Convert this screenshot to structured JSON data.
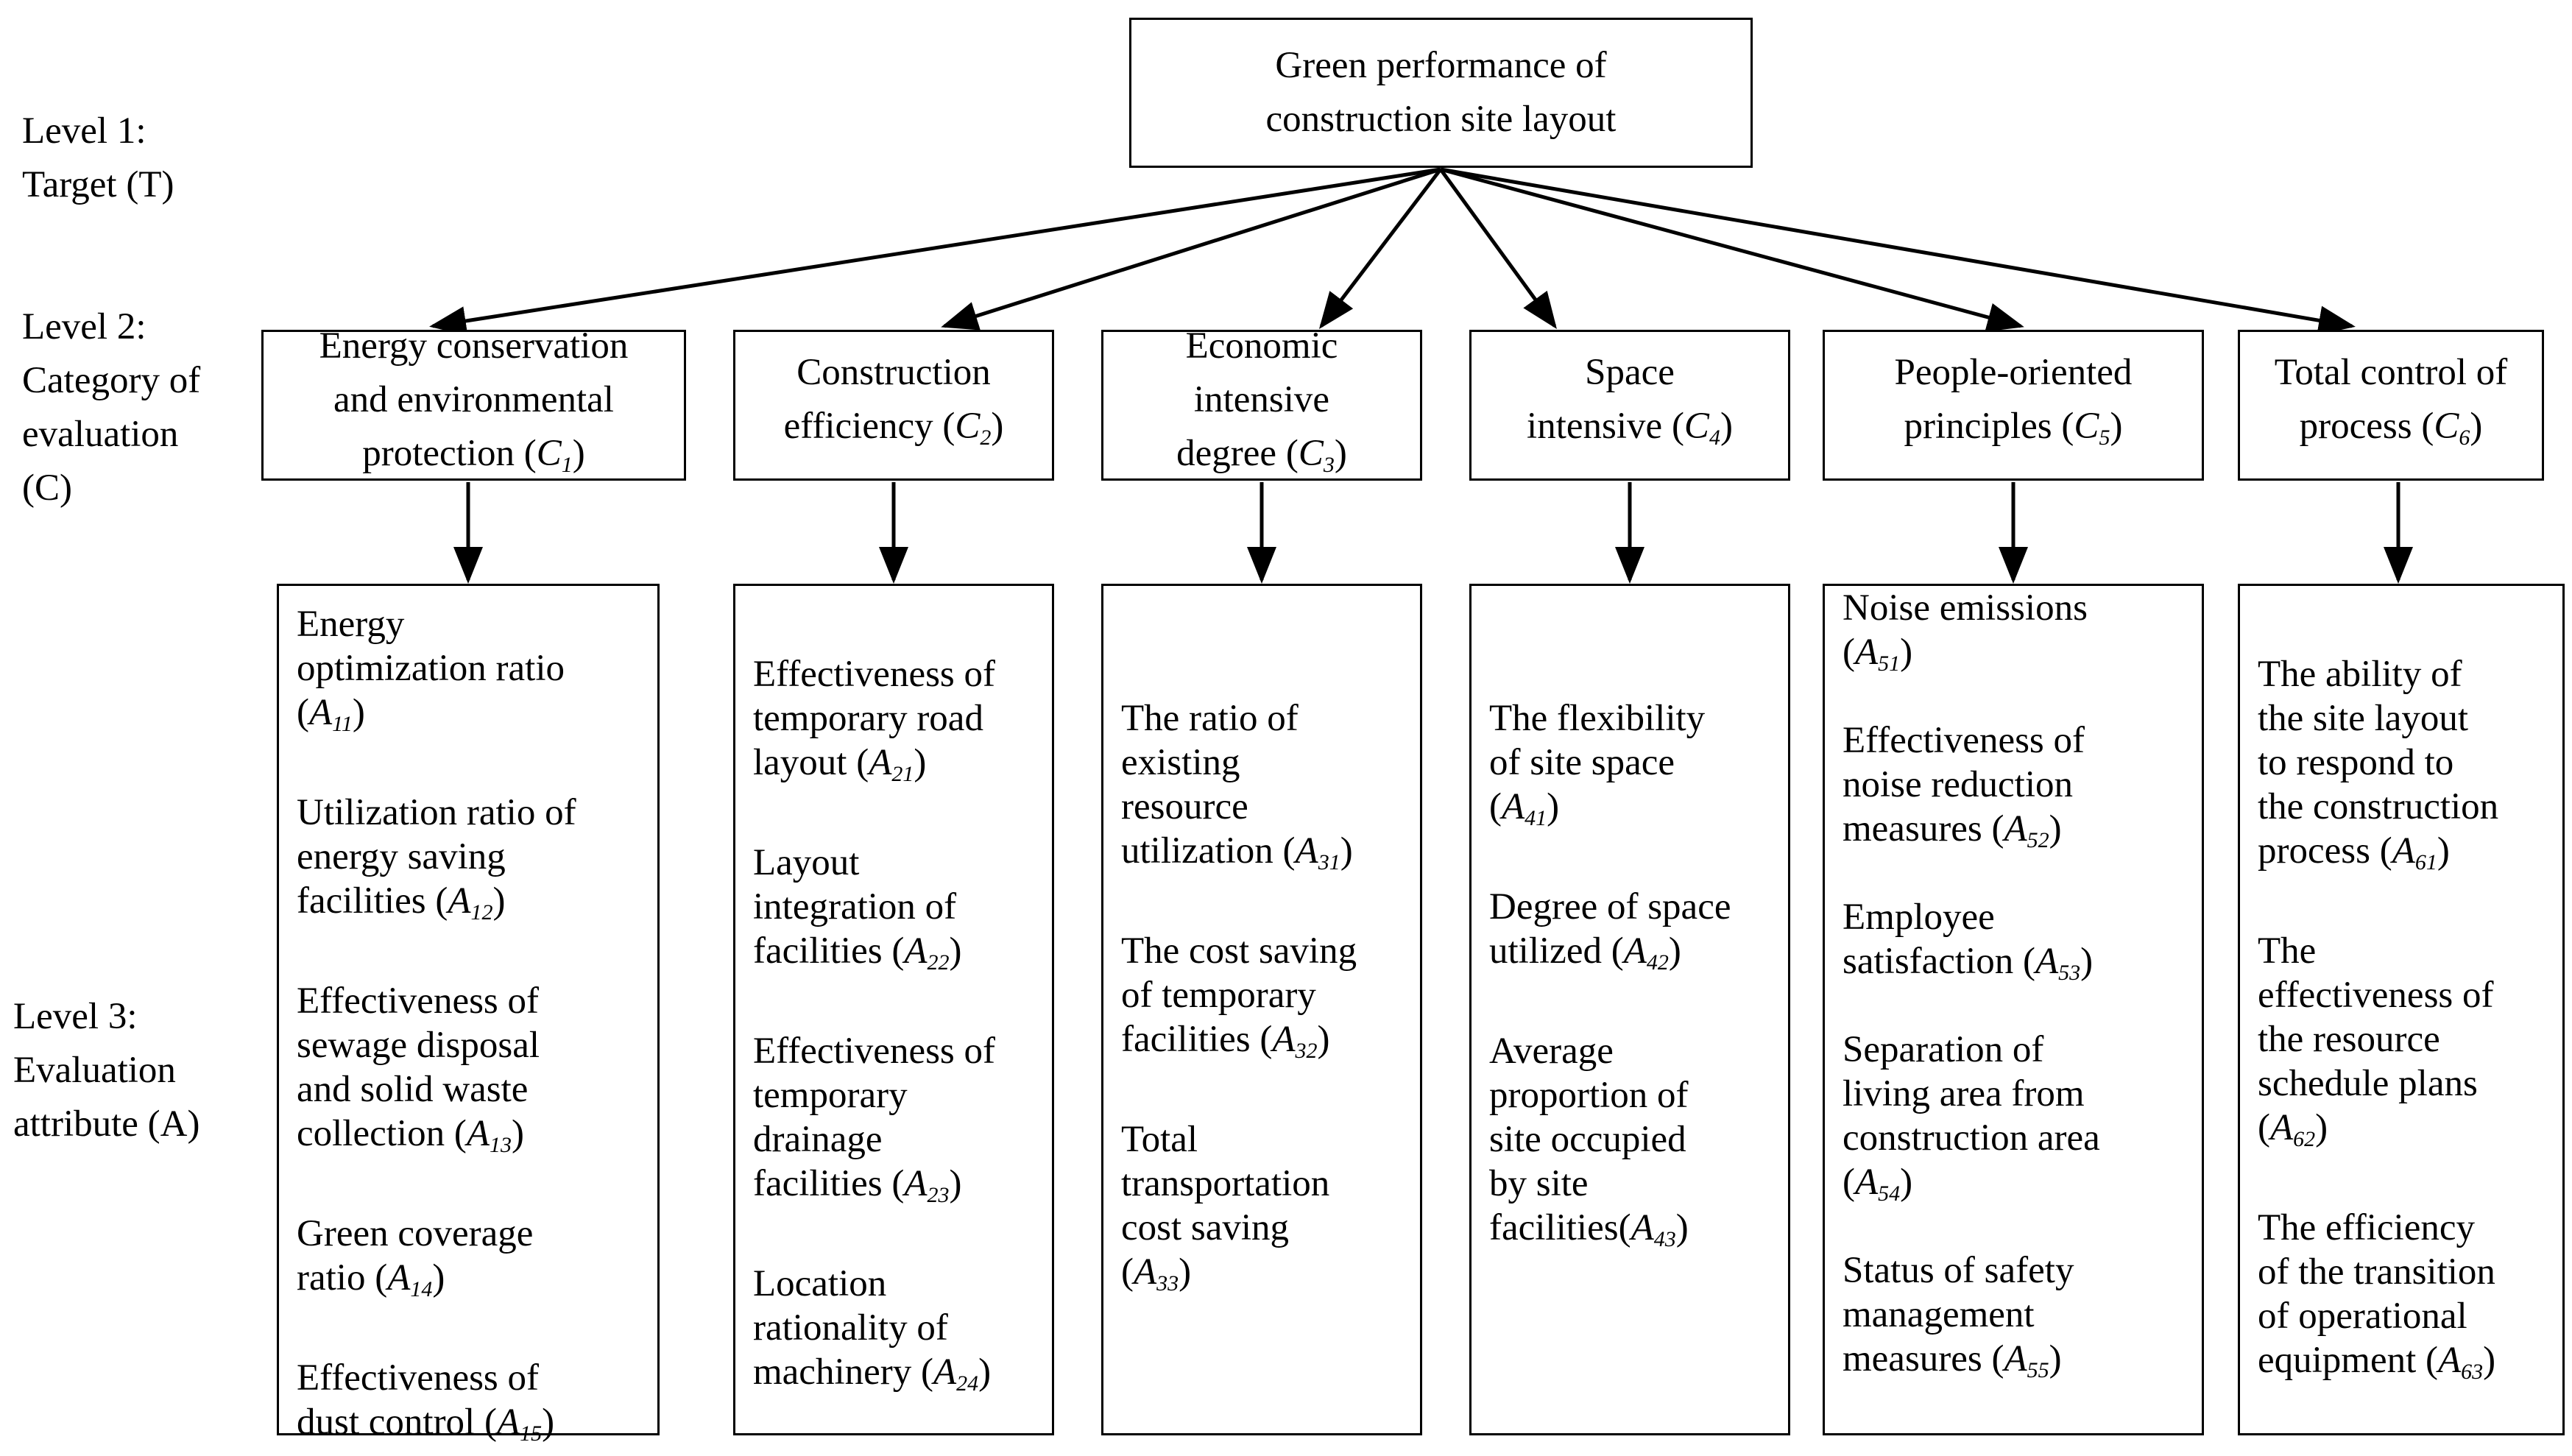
{
  "level_labels": [
    {
      "lines": [
        "Level 1:",
        "Target (T)"
      ]
    },
    {
      "lines": [
        "Level 2:",
        "Category of",
        "evaluation",
        "(C)"
      ]
    },
    {
      "lines": [
        "Level 3:",
        "Evaluation",
        "attribute (A)"
      ]
    }
  ],
  "target": {
    "lines": [
      "Green performance of",
      "construction site layout"
    ]
  },
  "categories": [
    {
      "text": "Energy conservation\nand environmental\nprotection",
      "symbol": "C",
      "subscript": "1"
    },
    {
      "text": "Construction\nefficiency",
      "symbol": "C",
      "subscript": "2"
    },
    {
      "text": "Economic\nintensive\ndegree",
      "symbol": "C",
      "subscript": "3"
    },
    {
      "text": "Space\nintensive",
      "symbol": "C",
      "subscript": "4"
    },
    {
      "text": "People-oriented\nprinciples",
      "symbol": "C",
      "subscript": "5"
    },
    {
      "text": "Total control of\nprocess",
      "symbol": "C",
      "subscript": "6"
    }
  ],
  "attributes": [
    [
      {
        "text": "Energy\noptimization ratio",
        "br": true,
        "symbol": "A",
        "subscript": "11"
      },
      {
        "text": "Utilization ratio of\nenergy saving\nfacilities",
        "symbol": "A",
        "subscript": "12"
      },
      {
        "text": "Effectiveness of\nsewage disposal\nand solid waste\ncollection",
        "symbol": "A",
        "subscript": "13"
      },
      {
        "text": "Green coverage\nratio",
        "symbol": "A",
        "subscript": "14"
      },
      {
        "text": "Effectiveness of\ndust control",
        "symbol": "A",
        "subscript": "15"
      }
    ],
    [
      {
        "text": "Effectiveness of\ntemporary road\nlayout",
        "symbol": "A",
        "subscript": "21"
      },
      {
        "text": "Layout\nintegration of\nfacilities",
        "symbol": "A",
        "subscript": "22"
      },
      {
        "text": "Effectiveness of\ntemporary\ndrainage\nfacilities",
        "symbol": "A",
        "subscript": "23"
      },
      {
        "text": "Location\nrationality of\nmachinery",
        "symbol": "A",
        "subscript": "24"
      }
    ],
    [
      {
        "text": "The ratio of\nexisting\nresource\nutilization",
        "symbol": "A",
        "subscript": "31"
      },
      {
        "text": "The cost saving\nof temporary\nfacilities",
        "symbol": "A",
        "subscript": "32"
      },
      {
        "text": "Total\ntransportation\ncost saving",
        "br": true,
        "symbol": "A",
        "subscript": "33"
      }
    ],
    [
      {
        "text": "The flexibility\nof site space",
        "br": true,
        "symbol": "A",
        "subscript": "41"
      },
      {
        "text": "Degree of space\nutilized",
        "symbol": "A",
        "subscript": "42"
      },
      {
        "text": "Average\nproportion of\nsite occupied\nby site\nfacilities",
        "nospace": true,
        "symbol": "A",
        "subscript": "43"
      }
    ],
    [
      {
        "text": "Noise emissions",
        "br": true,
        "symbol": "A",
        "subscript": "51"
      },
      {
        "text": "Effectiveness of\nnoise reduction\nmeasures",
        "symbol": "A",
        "subscript": "52"
      },
      {
        "text": "Employee\nsatisfaction",
        "symbol": "A",
        "subscript": "53"
      },
      {
        "text": "Separation of\nliving area from\nconstruction area",
        "br": true,
        "symbol": "A",
        "subscript": "54"
      },
      {
        "text": "Status of safety\nmanagement\nmeasures",
        "symbol": "A",
        "subscript": "55"
      }
    ],
    [
      {
        "text": "The ability of\nthe site layout\nto respond to\nthe construction\nprocess",
        "symbol": "A",
        "subscript": "61"
      },
      {
        "text": "The\neffectiveness of\nthe resource\nschedule plans",
        "br": true,
        "symbol": "A",
        "subscript": "62"
      },
      {
        "text": "The efficiency\nof the transition\nof operational\nequipment",
        "symbol": "A",
        "subscript": "63"
      }
    ]
  ]
}
